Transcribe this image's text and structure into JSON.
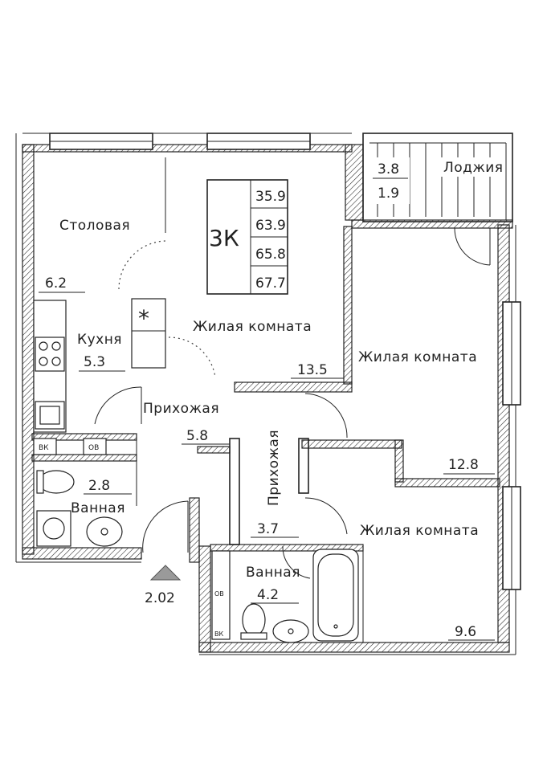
{
  "summary": {
    "type": "3К",
    "areas": [
      "35.9",
      "63.9",
      "65.8",
      "67.7"
    ]
  },
  "rooms": {
    "dining": {
      "name": "Столовая",
      "area": "6.2"
    },
    "kitchen": {
      "name": "Кухня",
      "area": "5.3"
    },
    "living_main": {
      "name": "Жилая комната",
      "area": "13.5"
    },
    "living_right_top": {
      "name": "Жилая комната",
      "area": "12.8"
    },
    "living_right_bottom": {
      "name": "Жилая комната",
      "area": "9.6"
    },
    "hall_main": {
      "name": "Прихожая",
      "area": "5.8"
    },
    "hall_vertical": {
      "name": "Прихожая",
      "area": "3.7"
    },
    "bath_left": {
      "name": "Ванная",
      "area": "2.8"
    },
    "bath_right": {
      "name": "Ванная",
      "area": "4.2"
    },
    "loggia": {
      "name": "Лоджия",
      "area_full": "3.8",
      "area_reduced": "1.9"
    }
  },
  "entrance": {
    "mark": "2.02"
  },
  "meter_labels": {
    "vk": "ВК",
    "ov": "ОВ"
  }
}
